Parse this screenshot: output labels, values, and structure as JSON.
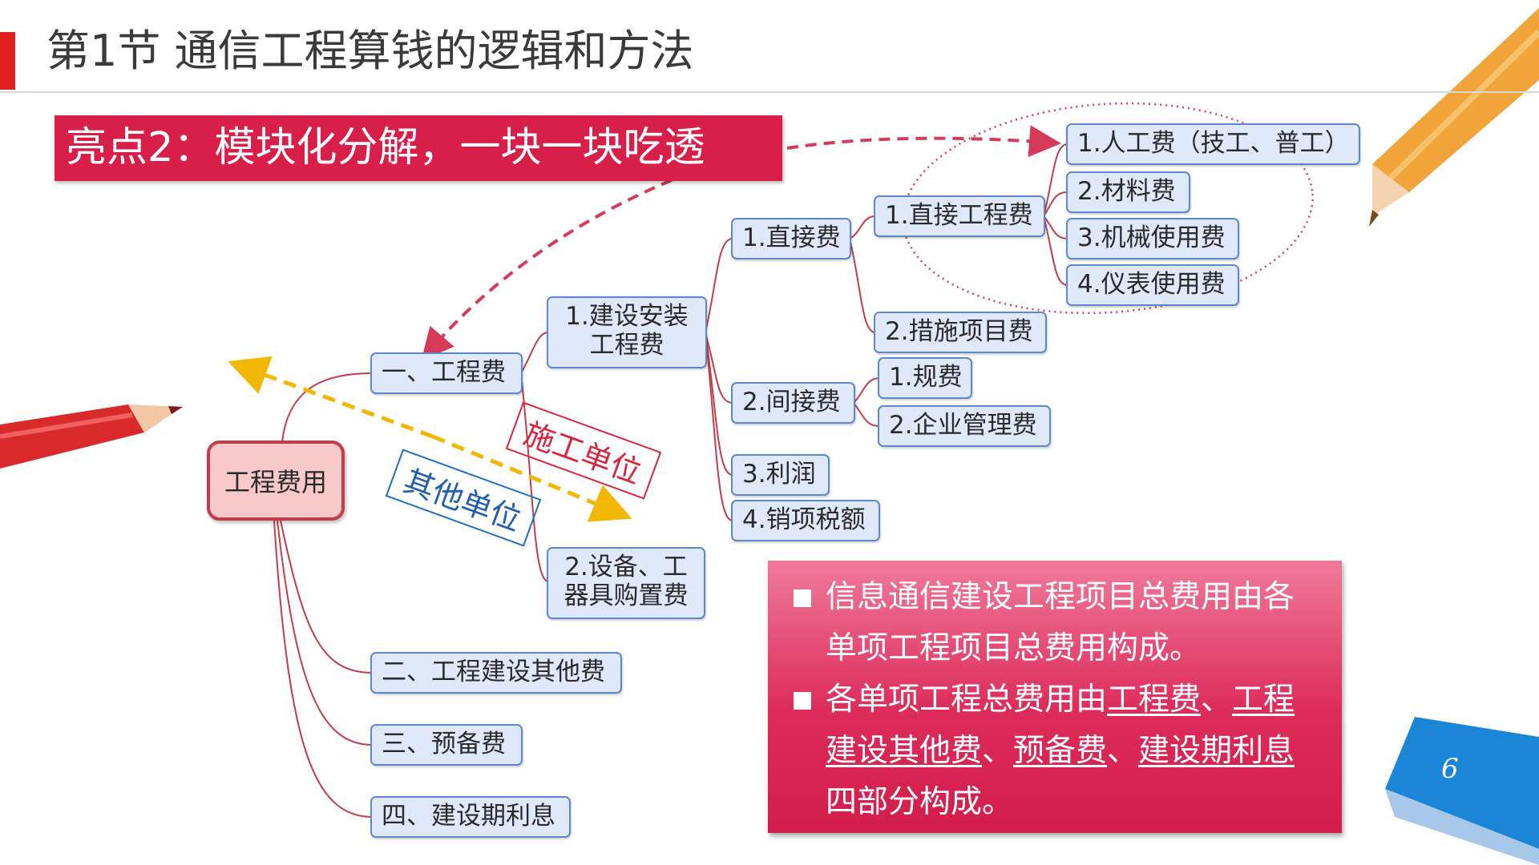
{
  "title": "第1节 通信工程算钱的逻辑和方法",
  "highlight": "亮点2：模块化分解，一块一块吃透",
  "diagram": {
    "root": "工程费用",
    "level1": {
      "engineering": "一、工程费",
      "other": "二、工程建设其他费",
      "reserve": "三、预备费",
      "interest": "四、建设期利息"
    },
    "level2": {
      "install_l1": "1.建设安装",
      "install_l2": "工程费",
      "equip_l1": "2.设备、工",
      "equip_l2": "器具购置费"
    },
    "level3": {
      "direct": "1.直接费",
      "indirect": "2.间接费",
      "profit": "3.利润",
      "tax": "4.销项税额"
    },
    "level4": {
      "direct_eng": "1.直接工程费",
      "measures": "2.措施项目费",
      "fees": "1.规费",
      "mgmt": "2.企业管理费"
    },
    "level5": {
      "labor": "1.人工费（技工、普工）",
      "material": "2.材料费",
      "machine": "3.机械使用费",
      "instrument": "4.仪表使用费"
    },
    "stamps": {
      "contractor": "施工单位",
      "other_units": "其他单位"
    }
  },
  "info": {
    "b1_l1": "信息通信建设工程项目总费用由各",
    "b1_l2": "单项工程项目总费用构成。",
    "b2_a": "各单项工程总费用由",
    "b2_u1": "工程费",
    "sep1": "、",
    "b2_u2a": "工程",
    "b2_u2b": "建设其他费",
    "sep2": "、",
    "b2_u3": "预备费",
    "sep3": "、",
    "b2_u4": "建设期利息",
    "b2_end": "四部分构成。"
  },
  "page_number": "6",
  "colors": {
    "accent_red": "#d81f4a",
    "node_fill": "#dfe9fb",
    "node_border": "#5b88cf",
    "branch_line": "#c23d4a",
    "arrow_yellow": "#f2b705",
    "page_tab": "#1c86d6"
  }
}
